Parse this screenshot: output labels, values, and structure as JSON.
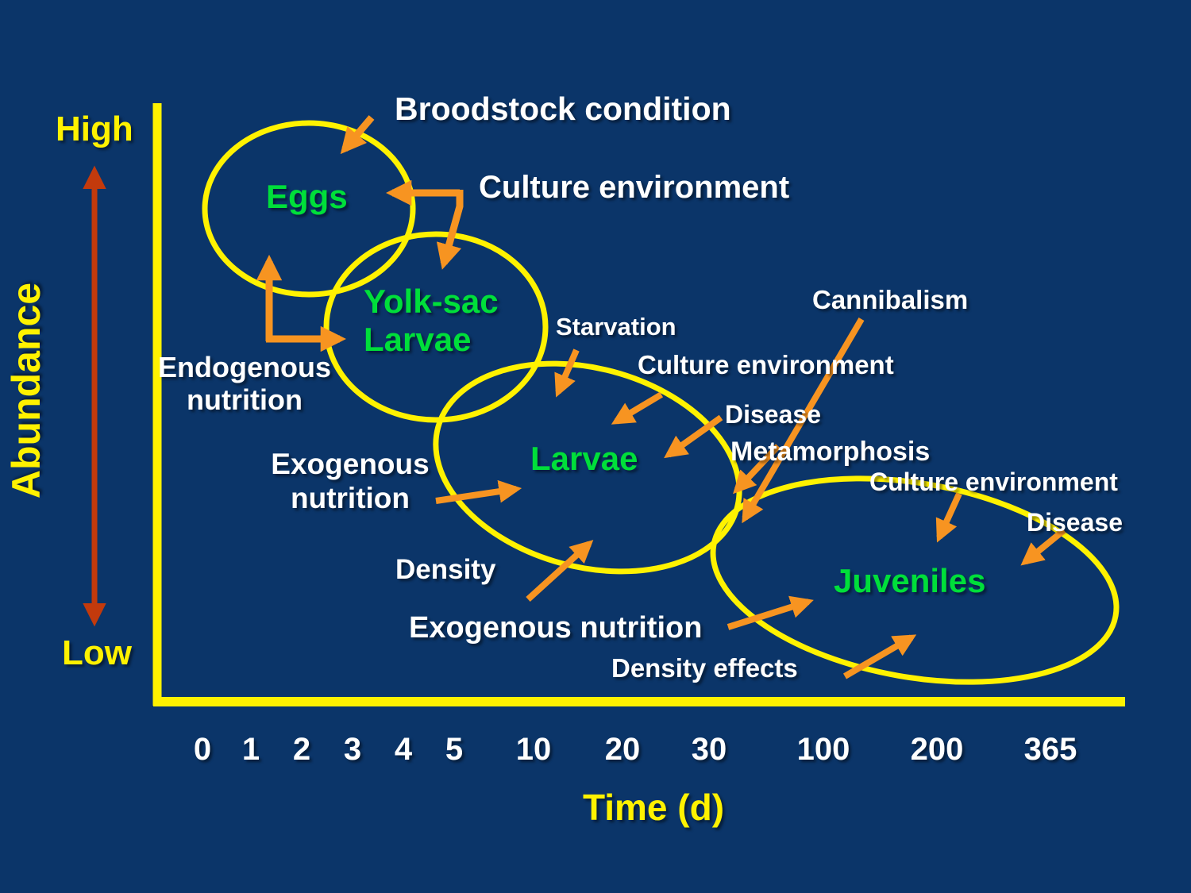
{
  "slide": {
    "y_axis": {
      "label": "Abundance",
      "high": "High",
      "low": "Low"
    },
    "x_axis": {
      "label": "Time (d)",
      "ticks": [
        "0",
        "1",
        "2",
        "3",
        "4",
        "5",
        "10",
        "20",
        "30",
        "100",
        "200",
        "365"
      ]
    },
    "stages": {
      "eggs": "Eggs",
      "yolk_sac_line1": "Yolk-sac",
      "yolk_sac_line2": "Larvae",
      "larvae": "Larvae",
      "juveniles": "Juveniles"
    },
    "factors": {
      "broodstock": "Broodstock condition",
      "culture_env_top": "Culture environment",
      "endogenous_line1": "Endogenous",
      "endogenous_line2": "nutrition",
      "starvation": "Starvation",
      "cannibalism": "Cannibalism",
      "culture_env_mid": "Culture environment",
      "disease_mid": "Disease",
      "metamorphosis": "Metamorphosis",
      "exogenous_left_line1": "Exogenous",
      "exogenous_left_line2": "nutrition",
      "culture_env_right": "Culture environment",
      "disease_right": "Disease",
      "density": "Density",
      "exogenous_bottom": "Exogenous nutrition",
      "density_effects": "Density effects"
    },
    "colors": {
      "background": "#0B3569",
      "axis_yellow": "#FFF200",
      "stage_green": "#00DF3A",
      "factor_white": "#FFFFFF",
      "arrow_orange": "#F79421",
      "abundance_arrow_red": "#C33A0C"
    }
  }
}
